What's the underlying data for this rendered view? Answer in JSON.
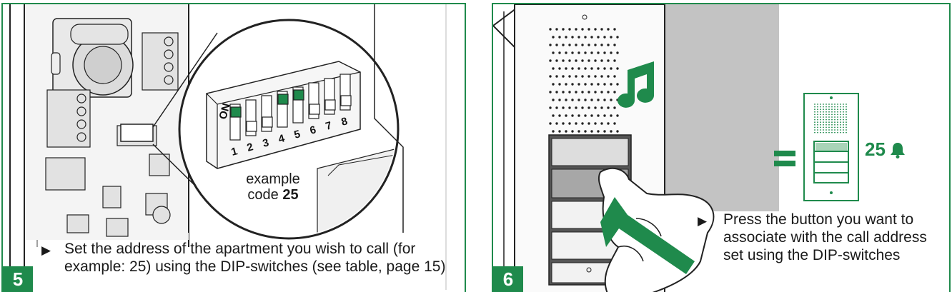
{
  "step5": {
    "number": "5",
    "instruction": "Set the address of the apartment you wish to call (for example: 25) using the DIP-switches (see table, page 15)",
    "callout_line1": "example",
    "callout_prefix": "code ",
    "callout_code": "25",
    "dip_on_label": "ON",
    "dip_numbers": [
      "1",
      "2",
      "3",
      "4",
      "5",
      "6",
      "7",
      "8"
    ],
    "dip_states": [
      true,
      false,
      false,
      true,
      true,
      false,
      false,
      false
    ]
  },
  "step6": {
    "number": "6",
    "instruction": "Press the button you want to associate with the call address set using the DIP-switches",
    "result_code": "25",
    "bell_icon": "bell-icon",
    "music_icon": "music-note-icon"
  },
  "colors": {
    "accent_green": "#1f8a4c",
    "text": "#1a1a1a"
  }
}
